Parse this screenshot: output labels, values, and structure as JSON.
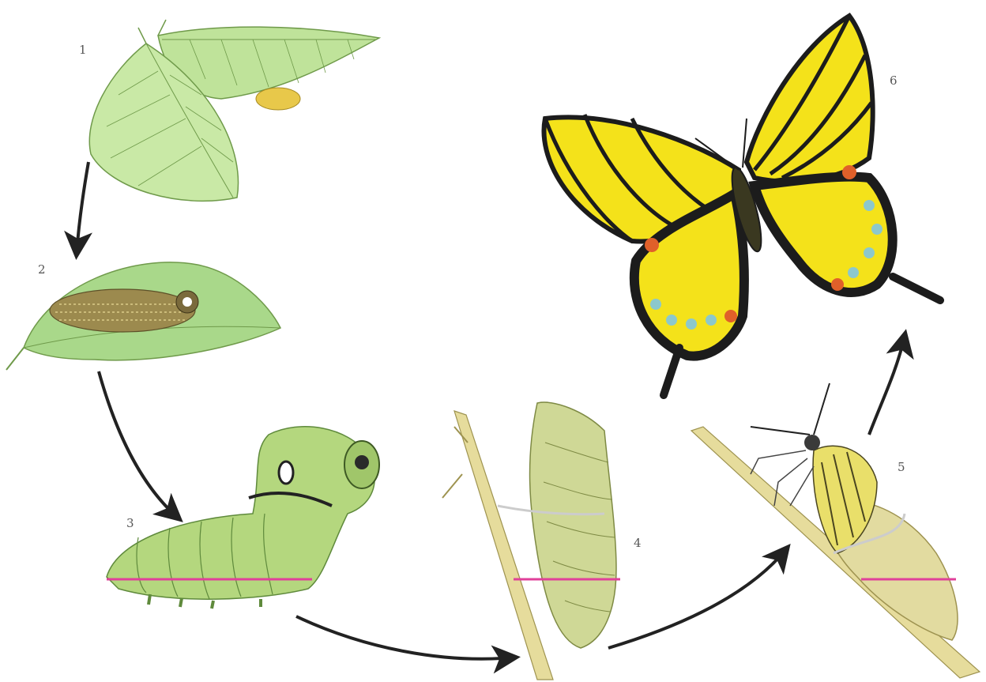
{
  "stages": [
    {
      "number": "1",
      "name": "eggs-on-leaves"
    },
    {
      "number": "2",
      "name": "young-larva-on-leaf"
    },
    {
      "number": "3",
      "name": "caterpillar"
    },
    {
      "number": "4",
      "name": "chrysalis"
    },
    {
      "number": "5",
      "name": "emerging-butterfly"
    },
    {
      "number": "6",
      "name": "adult-swallowtail-butterfly"
    }
  ],
  "colors": {
    "leaf": "#bfe39a",
    "leaf_dark": "#8cc46a",
    "leaf_vein": "#6f9a4a",
    "caterpillar": "#b4d77e",
    "stripe": "#e0409a",
    "twig": "#e6dc9c",
    "wing_yellow": "#f4e21a",
    "wing_black": "#1c1c1c",
    "spot_blue": "#8cc8cc",
    "spot_red": "#e0602a",
    "egg": "#e8c84a",
    "arrow": "#222222"
  }
}
